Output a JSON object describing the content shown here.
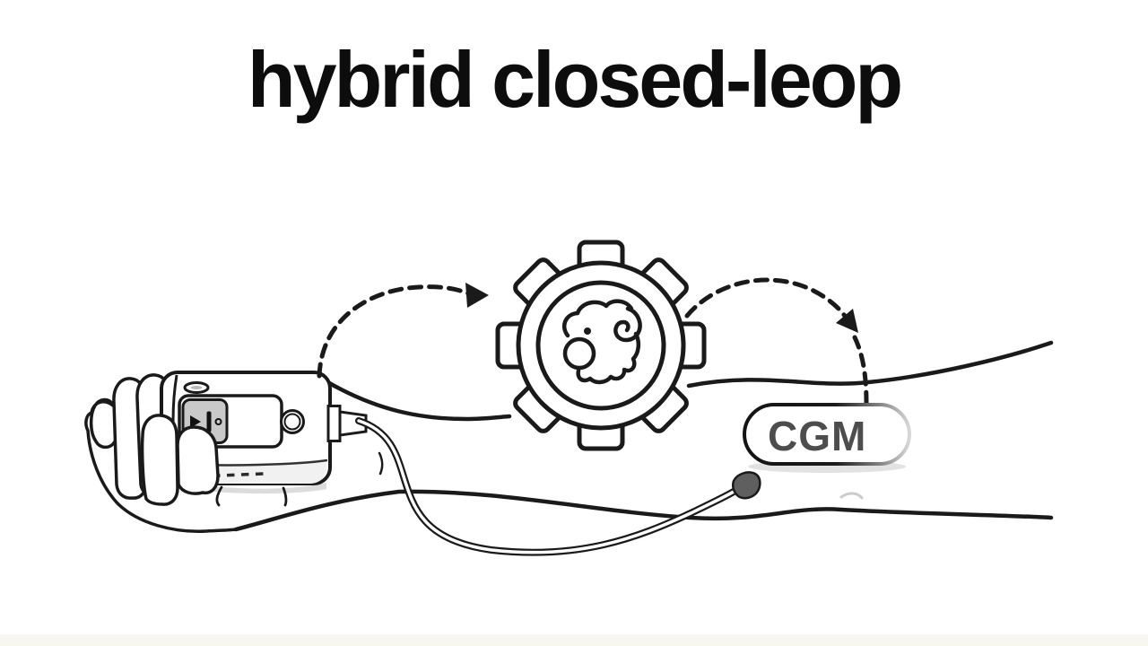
{
  "title": "hybrid closed-leop",
  "diagram": {
    "cgm": {
      "label": "CGM"
    },
    "icons": [
      {
        "name": "hand-holding-insulin-pump-icon"
      },
      {
        "name": "insulin-pump-play-button-icon"
      },
      {
        "name": "insulin-pump-pause-button-icon"
      },
      {
        "name": "gear-icon"
      },
      {
        "name": "brain-squiggle-icon"
      },
      {
        "name": "dashed-arrow-icon"
      },
      {
        "name": "tubing-arrow-icon"
      },
      {
        "name": "cgm-sensor-pill"
      }
    ],
    "colors": {
      "line": "#1a1a1a",
      "cgm_text": "#4d4d4d",
      "arrowhead_gray": "#5f5f5f",
      "panel_gray": "#c9c9c9",
      "shadow_gray": "#dcdcdc",
      "background": "#ffffff"
    }
  }
}
